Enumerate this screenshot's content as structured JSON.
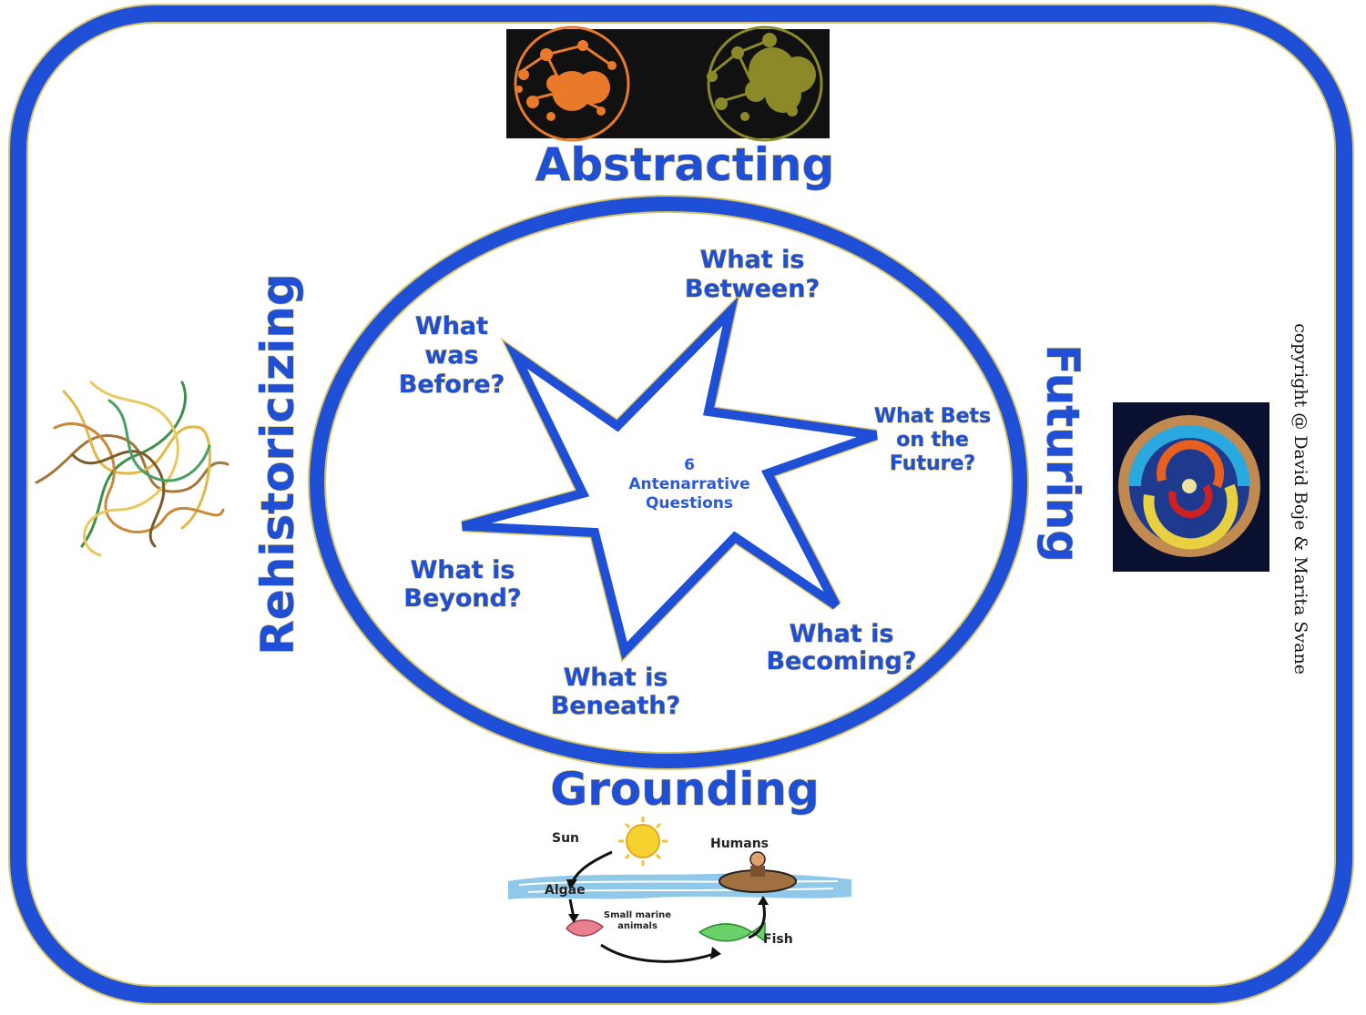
{
  "colors": {
    "primary_blue": "#1f4fd6",
    "gold_outline": "#d8c56a",
    "background": "#ffffff"
  },
  "directions": {
    "top": "Abstracting",
    "bottom": "Grounding",
    "left": "Rehistoricizing",
    "right": "Futuring"
  },
  "center": {
    "line1": "6",
    "line2": "Antenarrative",
    "line3": "Questions"
  },
  "questions": {
    "between": {
      "l1": "What is",
      "l2": "Between?"
    },
    "before": {
      "l1": "What",
      "l2": "was",
      "l3": "Before?"
    },
    "future": {
      "l1": "What Bets",
      "l2": "on the",
      "l3": "Future?"
    },
    "beyond": {
      "l1": "What is",
      "l2": "Beyond?"
    },
    "beneath": {
      "l1": "What is",
      "l2": "Beneath?"
    },
    "becoming": {
      "l1": "What is",
      "l2": "Becoming?"
    }
  },
  "food_chain": {
    "sun": "Sun",
    "humans": "Humans",
    "algae": "Algae",
    "small_marine_1": "Small marine",
    "small_marine_2": "animals",
    "fish": "Fish"
  },
  "copyright": "copyright @ David Boje & Marita Svane",
  "images": {
    "top": "network-circles-image",
    "left": "tangled-lines-image",
    "right": "fractal-spiral-image",
    "bottom": "food-chain-image"
  }
}
